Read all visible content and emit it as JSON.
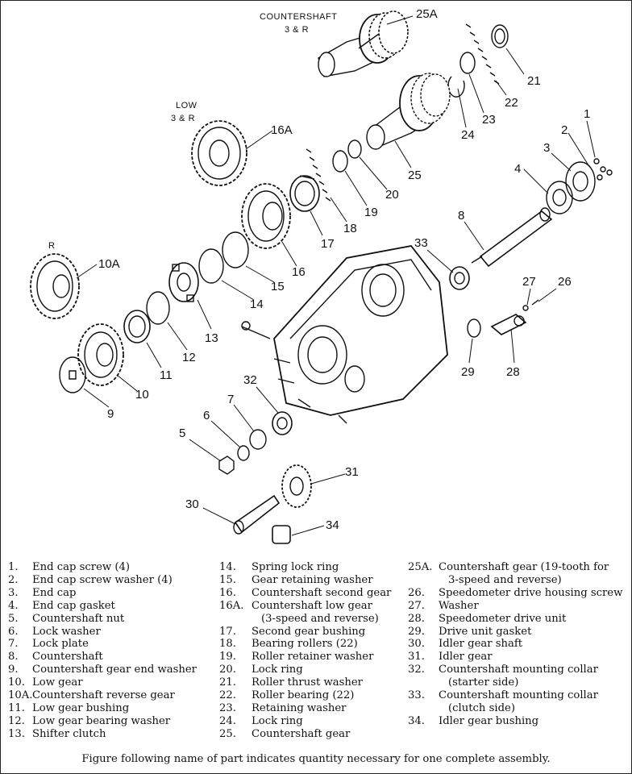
{
  "diagram": {
    "top_caption": "COUNTERSHAFT",
    "top_caption_sub": "3 & R",
    "low_caption": "LOW",
    "low_caption_sub": "3 & R",
    "r_caption": "R",
    "callouts": {
      "c1": "1",
      "c2": "2",
      "c3": "3",
      "c4": "4",
      "c5": "5",
      "c6": "6",
      "c7": "7",
      "c8": "8",
      "c9": "9",
      "c10": "10",
      "c10a": "10A",
      "c11": "11",
      "c12": "12",
      "c13": "13",
      "c14": "14",
      "c15": "15",
      "c16": "16",
      "c16a": "16A",
      "c17": "17",
      "c18": "18",
      "c19": "19",
      "c20": "20",
      "c21": "21",
      "c22": "22",
      "c23": "23",
      "c24": "24",
      "c25": "25",
      "c25a": "25A",
      "c26": "26",
      "c27": "27",
      "c28": "28",
      "c29": "29",
      "c30": "30",
      "c31": "31",
      "c32": "32",
      "c33": "33",
      "c34": "34"
    }
  },
  "legend": {
    "col1": [
      {
        "num": "1.",
        "text": "End cap screw (4)"
      },
      {
        "num": "2.",
        "text": "End cap screw washer (4)"
      },
      {
        "num": "3.",
        "text": "End cap"
      },
      {
        "num": "4.",
        "text": "End cap gasket"
      },
      {
        "num": "5.",
        "text": "Countershaft nut"
      },
      {
        "num": "6.",
        "text": "Lock washer"
      },
      {
        "num": "7.",
        "text": "Lock plate"
      },
      {
        "num": "8.",
        "text": "Countershaft"
      },
      {
        "num": "9.",
        "text": "Countershaft gear end washer"
      },
      {
        "num": "10.",
        "text": "Low gear"
      },
      {
        "num": "10A.",
        "text": "Countershaft reverse gear"
      },
      {
        "num": "11.",
        "text": "Low gear bushing"
      },
      {
        "num": "12.",
        "text": "Low gear bearing washer"
      },
      {
        "num": "13.",
        "text": "Shifter clutch"
      }
    ],
    "col2": [
      {
        "num": "14.",
        "text": "Spring lock ring"
      },
      {
        "num": "15.",
        "text": "Gear retaining washer"
      },
      {
        "num": "16.",
        "text": "Countershaft second gear"
      },
      {
        "num": "16A.",
        "text": "Countershaft low gear"
      },
      {
        "num": "",
        "text": "(3-speed and reverse)"
      },
      {
        "num": "17.",
        "text": "Second gear bushing"
      },
      {
        "num": "18.",
        "text": "Bearing rollers (22)"
      },
      {
        "num": "19.",
        "text": "Roller retainer washer"
      },
      {
        "num": "20.",
        "text": "Lock ring"
      },
      {
        "num": "21.",
        "text": "Roller thrust washer"
      },
      {
        "num": "22.",
        "text": "Roller bearing (22)"
      },
      {
        "num": "23.",
        "text": "Retaining washer"
      },
      {
        "num": "24.",
        "text": "Lock ring"
      },
      {
        "num": "25.",
        "text": "Countershaft gear"
      }
    ],
    "col3": [
      {
        "num": "25A.",
        "text": "Countershaft gear (19-tooth for"
      },
      {
        "num": "",
        "text": "3-speed and reverse)"
      },
      {
        "num": "26.",
        "text": "Speedometer drive housing screw"
      },
      {
        "num": "27.",
        "text": "Washer"
      },
      {
        "num": "28.",
        "text": "Speedometer drive unit"
      },
      {
        "num": "29.",
        "text": "Drive unit gasket"
      },
      {
        "num": "30.",
        "text": "Idler gear shaft"
      },
      {
        "num": "31.",
        "text": "Idler gear"
      },
      {
        "num": "32.",
        "text": "Countershaft mounting collar"
      },
      {
        "num": "",
        "text": "(starter side)"
      },
      {
        "num": "33.",
        "text": "Countershaft mounting collar"
      },
      {
        "num": "",
        "text": "(clutch side)"
      },
      {
        "num": "34.",
        "text": "Idler gear bushing"
      }
    ]
  },
  "footer": "Figure following name of part indicates quantity necessary for one complete assembly."
}
